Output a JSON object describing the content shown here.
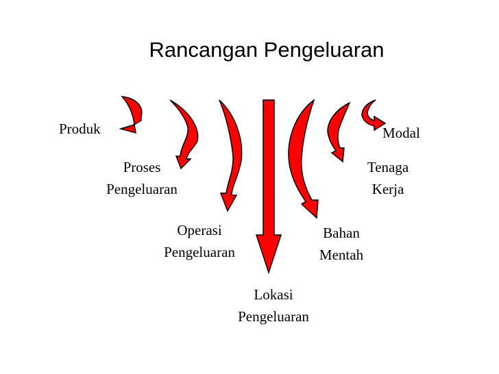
{
  "title": "Rancangan Pengeluaran",
  "arrow_color": "#ff0000",
  "nodes": [
    {
      "id": "produk",
      "lines": [
        "Produk"
      ]
    },
    {
      "id": "proses",
      "lines": [
        "Proses",
        "Pengeluaran"
      ]
    },
    {
      "id": "operasi",
      "lines": [
        "Operasi",
        "Pengeluaran"
      ]
    },
    {
      "id": "lokasi",
      "lines": [
        "Lokasi",
        "Pengeluaran"
      ]
    },
    {
      "id": "bahan",
      "lines": [
        "Bahan",
        "Mentah"
      ]
    },
    {
      "id": "tenaga",
      "lines": [
        "Tenaga",
        "Kerja"
      ]
    },
    {
      "id": "modal",
      "lines": [
        "Modal"
      ]
    }
  ]
}
